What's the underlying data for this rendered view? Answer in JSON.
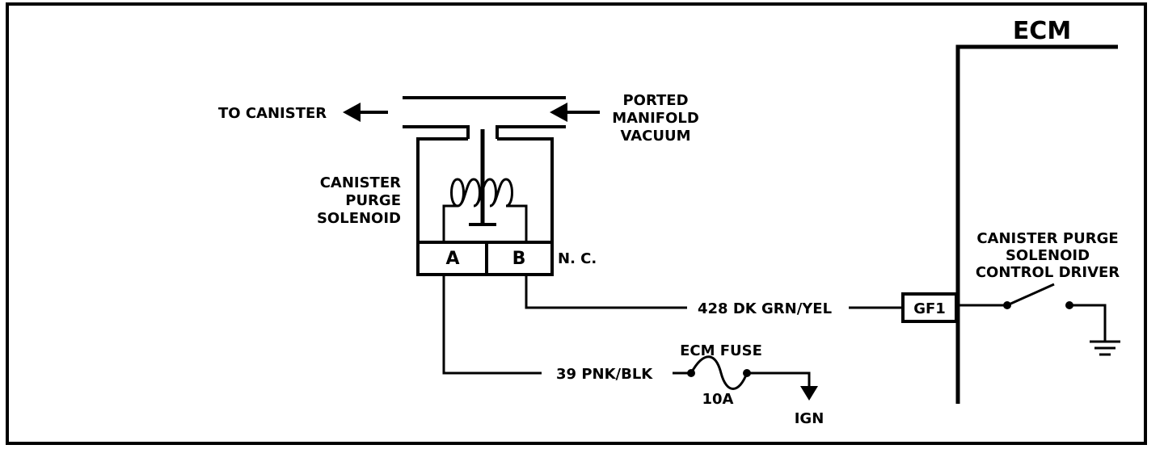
{
  "labels": {
    "ecm": "ECM",
    "to_canister": "TO CANISTER",
    "ported_1": "PORTED",
    "ported_2": "MANIFOLD",
    "ported_3": "VACUUM",
    "solenoid_1": "CANISTER",
    "solenoid_2": "PURGE",
    "solenoid_3": "SOLENOID",
    "terminal_a": "A",
    "terminal_b": "B",
    "nc": "N. C.",
    "wire_428": "428  DK GRN/YEL",
    "connector_gf1": "GF1",
    "wire_39": "39   PNK/BLK",
    "fuse_name": "ECM FUSE",
    "fuse_rating": "10A",
    "ign": "IGN",
    "driver_1": "CANISTER PURGE",
    "driver_2": "SOLENOID",
    "driver_3": "CONTROL DRIVER"
  }
}
